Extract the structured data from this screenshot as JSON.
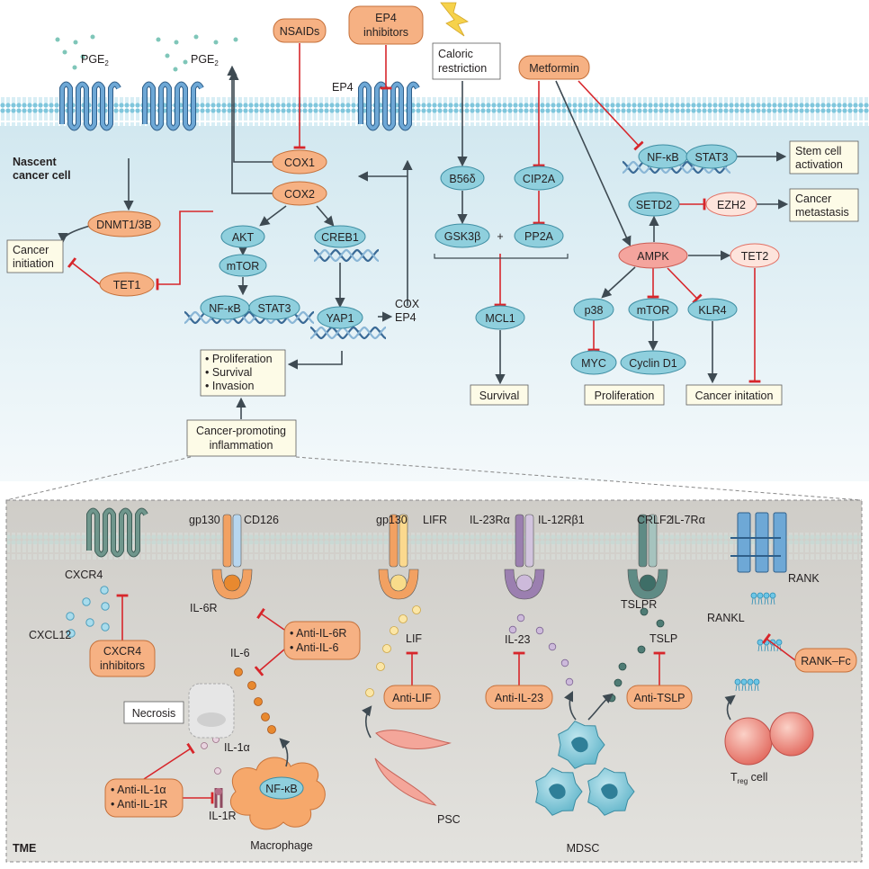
{
  "colors": {
    "orange_node": "#f6b183",
    "blue_node": "#8fcfdd",
    "red_node": "#f4a49d",
    "pink_node": "#fde4dc",
    "inhibit": "#d7262b",
    "arrow": "#3e4a52",
    "membrane": "#9ed6e6",
    "tme_bg": "#d8d7d3"
  },
  "membrane_top": {
    "pge2_left": "PGE",
    "pge2_right": "PGE",
    "pge2_sub": "2",
    "ep4": "EP4"
  },
  "drugs_top": {
    "nsaids": "NSAIDs",
    "ep4_inhib_1": "EP4",
    "ep4_inhib_2": "inhibitors",
    "caloric_1": "Caloric",
    "caloric_2": "restriction",
    "metformin": "Metformin"
  },
  "compartments": {
    "nascent_1": "Nascent",
    "nascent_2": "cancer cell",
    "tme": "TME"
  },
  "left_path": {
    "dnmt": "DNMT1/3B",
    "tet1": "TET1",
    "cancer_init_1": "Cancer",
    "cancer_init_2": "initiation"
  },
  "cox": {
    "cox1": "COX1",
    "cox2": "COX2",
    "akt": "AKT",
    "mtor": "mTOR",
    "nfkb": "NF-κB",
    "stat3": "STAT3",
    "creb1": "CREB1",
    "yap1": "YAP1",
    "cox_label": "COX",
    "ep4_label": "EP4"
  },
  "outcomes": {
    "prolif": "• Proliferation",
    "survival": "• Survival",
    "invasion": "• Invasion",
    "inflam_1": "Cancer-promoting",
    "inflam_2": "inflammation"
  },
  "caloric_path": {
    "b56": "B56δ",
    "cip2a": "CIP2A",
    "gsk3b": "GSK3β",
    "plus": "+",
    "pp2a": "PP2A",
    "mcl1": "MCL1",
    "survival": "Survival"
  },
  "metformin_path": {
    "nfkb": "NF-κB",
    "stat3": "STAT3",
    "stem_1": "Stem cell",
    "stem_2": "activation",
    "setd2": "SETD2",
    "ezh2": "EZH2",
    "meta_1": "Cancer",
    "meta_2": "metastasis",
    "ampk": "AMPK",
    "tet2": "TET2",
    "p38": "p38",
    "mtor": "mTOR",
    "klr4": "KLR4",
    "myc": "MYC",
    "cyclin": "Cyclin D1",
    "prolif": "Proliferation",
    "cancer_init": "Cancer initation"
  },
  "tme": {
    "cxcr4": "CXCR4",
    "cxcl12": "CXCL12",
    "cxcr4_inhib_1": "CXCR4",
    "cxcr4_inhib_2": "inhibitors",
    "gp130_a": "gp130",
    "cd126": "CD126",
    "il6r": "IL-6R",
    "il6": "IL-6",
    "anti_il6r": "• Anti-IL-6R",
    "anti_il6": "• Anti-IL-6",
    "necrosis": "Necrosis",
    "il1a": "IL-1α",
    "il1r": "IL-1R",
    "anti_il1a": "• Anti-IL-1α",
    "anti_il1r": "• Anti-IL-1R",
    "nfkb": "NF-κB",
    "macrophage": "Macrophage",
    "gp130_b": "gp130",
    "lifr": "LIFR",
    "lif": "LIF",
    "anti_lif": "Anti-LIF",
    "psc": "PSC",
    "il23ra": "IL-23Rα",
    "il12rb1": "IL-12Rβ1",
    "il23": "IL-23",
    "anti_il23": "Anti-IL-23",
    "mdsc": "MDSC",
    "crlf2": "CRLF2",
    "il7ra": "IL-7Rα",
    "tslpr": "TSLPR",
    "tslp": "TSLP",
    "anti_tslp": "Anti-TSLP",
    "rank": "RANK",
    "rankl": "RANKL",
    "rank_fc": "RANK–Fc",
    "treg": "T",
    "treg_sub": "reg",
    "treg_cell": " cell"
  }
}
